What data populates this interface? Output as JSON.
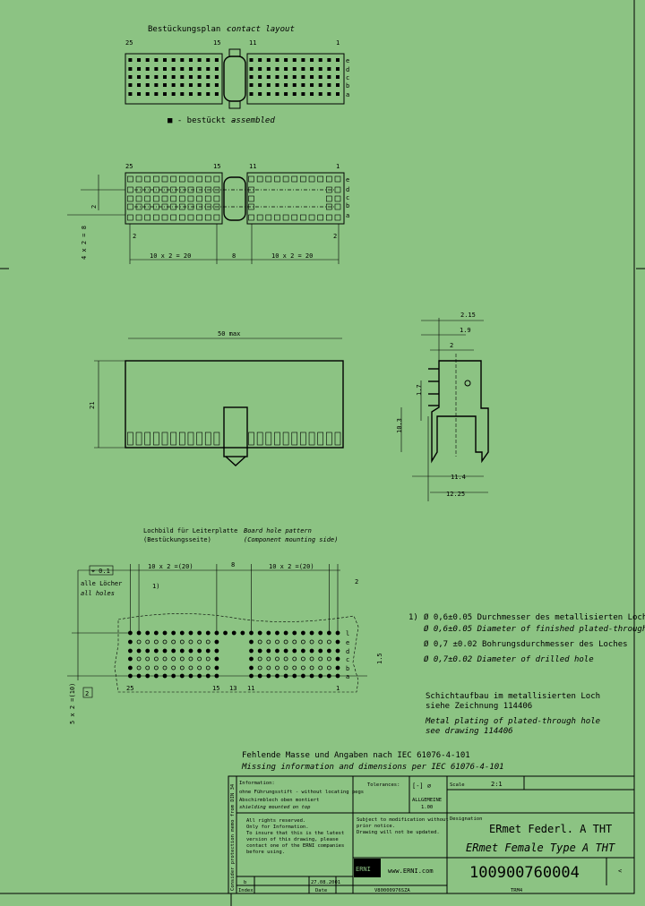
{
  "contact_layout": {
    "title_de": "Bestückungsplan -",
    "title_en": "contact layout",
    "column_labels": [
      "25",
      "15",
      "11",
      "1"
    ],
    "row_labels": [
      "e",
      "d",
      "c",
      "b",
      "a"
    ],
    "legend_de": "■ - bestückt -",
    "legend_en": "assembled"
  },
  "top_view": {
    "column_labels": [
      "25",
      "15",
      "11",
      "1"
    ],
    "row_labels": [
      "e",
      "d",
      "c",
      "b",
      "a"
    ],
    "dim_row_pitch": "2",
    "dim_left_pitch": "2",
    "dim_right_pitch": "2",
    "dim_left_span": "10 x 2 = 20",
    "dim_center": "8",
    "dim_right_span": "10 x 2 = 20",
    "dim_height": "4 x 2 = 8"
  },
  "front_view": {
    "dim_width": "50 max",
    "dim_height": "21"
  },
  "side_view": {
    "dims": [
      "2.15",
      "1.9",
      "2",
      "1.7",
      "10.3",
      "11.4",
      "12.25"
    ]
  },
  "board_pattern": {
    "title_de_1": "Lochbild für Leiterplatte",
    "title_de_2": "(Bestückungsseite)",
    "title_en_1": "Board hole pattern",
    "title_en_2": "(Component mounting side)",
    "tolerance": "⌖ 0.1",
    "all_holes_de": "alle Löcher",
    "all_holes_en": "all holes",
    "dim_left_span": "10 x 2 =(20)",
    "dim_center": "8",
    "dim_right_span": "10 x 2 =(20)",
    "note_ref": "1)",
    "dim_right": "2",
    "dim_vertical": "1.5",
    "dim_height": "5 x 2 =(10)",
    "dim_row": "2",
    "column_labels": [
      "25",
      "15",
      "13",
      "11",
      "1"
    ],
    "row_labels": [
      "l",
      "e",
      "d",
      "c",
      "b",
      "a"
    ]
  },
  "notes": {
    "marker": "1)",
    "lines": [
      {
        "text": "Ø 0,6±0.05 Durchmesser des metallisierten Loches",
        "italic": false
      },
      {
        "text": "Ø 0,6±0.05 Diameter of finished plated-through hole",
        "italic": true
      },
      {
        "text": "Ø 0,7 ±0.02 Bohrungsdurchmesser des Loches",
        "italic": false
      },
      {
        "text": "Ø 0,7±0.02 Diameter of drilled hole",
        "italic": true
      }
    ],
    "plating_de_1": "Schichtaufbau im metallisierten Loch",
    "plating_de_2": "siehe Zeichnung 114406",
    "plating_en_1": "Metal plating of plated-through hole",
    "plating_en_2": "see drawing 114406"
  },
  "title_block": {
    "missing_de": "Fehlende Masse und Angaben nach IEC 61076-4-101",
    "missing_en": "Missing information and dimensions per IEC 61076-4-101",
    "side_text": "Consider protection memo from DIN 34",
    "information_label": "Information:",
    "info_1": "ohne Führungsstift - without locating pegs",
    "info_2": "Abschirmblech oben montiert",
    "info_3": "shielding mounted on top",
    "tolerances_label": "Tolerances:",
    "general_tol": "ALLGEMEINE",
    "general_tol_2": "1.00",
    "scale_label": "Scale",
    "scale_value": "2:1",
    "rights": [
      "All rights reserved.",
      "Only for Information.",
      "To insure that this is the latest",
      "version of this drawing, please",
      "contact one of the ERNI companies",
      "before using."
    ],
    "subject": [
      "Subject to modification without",
      "prior notice.",
      "Drawing will not be updated."
    ],
    "designation_label": "Designation",
    "designation_de": "ERmet Federl. A   THT",
    "designation_en": "ERmet Female Type A   THT",
    "logo": "ERNI",
    "website": "www.ERNI.com",
    "part_number": "100900760004",
    "revision": "<",
    "index_value": "b",
    "date_value": "27.08.2001",
    "index_label": "Index",
    "date_label": "Date",
    "drawing_code": "V80000976SZA",
    "part_sub": "TRM4"
  }
}
